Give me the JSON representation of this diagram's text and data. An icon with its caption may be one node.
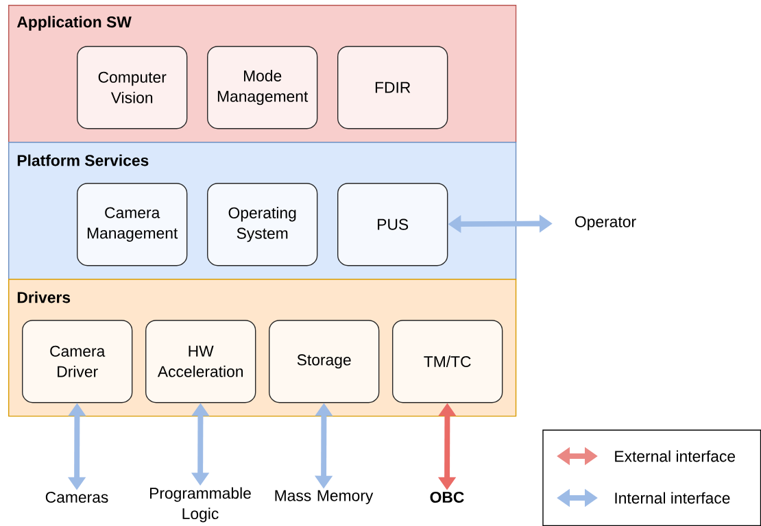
{
  "diagram": {
    "nodes": [
      {
        "text": [
          "Application SW"
        ]
      },
      {
        "text": [
          "Computer Vision"
        ],
        "in": 0
      },
      {
        "text": [
          "Mode Management"
        ],
        "in": 0
      },
      {
        "text": [
          "FDIR"
        ],
        "in": 0
      },
      {
        "text": [
          "Platform Services"
        ]
      },
      {
        "text": [
          "Camera Management"
        ],
        "in": 4
      },
      {
        "text": [
          "Operating System"
        ],
        "in": 4
      },
      {
        "text": [
          "PUS"
        ],
        "in": 4
      },
      {
        "text": [
          "Drivers"
        ]
      },
      {
        "text": [
          "Camera Driver"
        ],
        "in": 8
      },
      {
        "text": [
          "HW Acceleration"
        ],
        "in": 8
      },
      {
        "text": [
          "Storage"
        ],
        "in": 8
      },
      {
        "text": [
          "TM/TC"
        ],
        "in": 8
      },
      {
        "text": [
          "Operator"
        ]
      },
      {
        "text": [
          "Cameras"
        ]
      },
      {
        "text": [
          "Programmable Logic"
        ]
      },
      {
        "text": [
          "Mass Memory"
        ]
      },
      {
        "text": [
          "OBC"
        ]
      }
    ],
    "edges": [
      {
        "from": 7,
        "to": 13,
        "arrow": "both"
      },
      {
        "from": 9,
        "to": 14,
        "arrow": "both"
      },
      {
        "from": 10,
        "to": 15,
        "arrow": "both"
      },
      {
        "from": 11,
        "to": 16,
        "arrow": "both"
      },
      {
        "from": 12,
        "to": 17,
        "arrow": "both",
        "color": "#ea6b66"
      }
    ],
    "legend": [
      {
        "text": "External interface"
      },
      {
        "text": "Internal interface"
      }
    ]
  }
}
